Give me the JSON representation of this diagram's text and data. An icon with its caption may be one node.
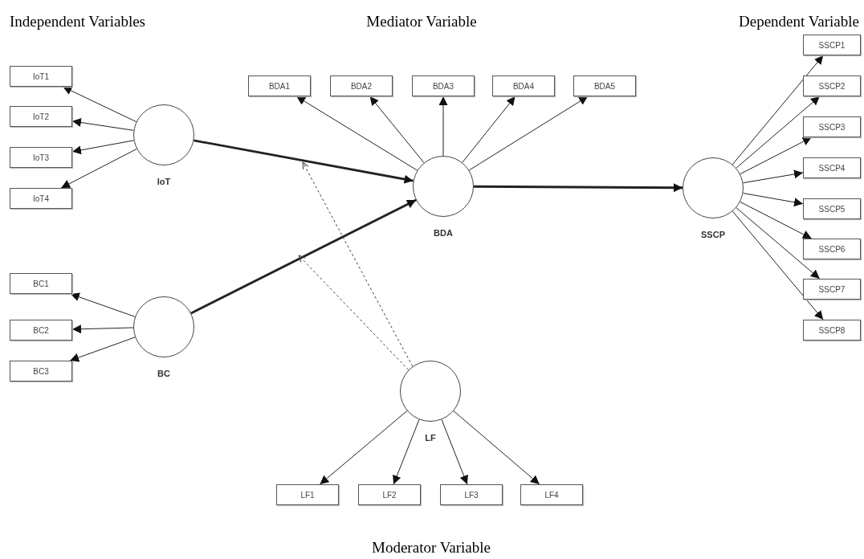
{
  "diagram": {
    "nodes": [
      {
        "text": [
          "IoT1"
        ]
      },
      {
        "text": [
          "IoT2"
        ]
      },
      {
        "text": [
          "IoT3"
        ]
      },
      {
        "text": [
          "IoT4"
        ]
      },
      {
        "text": [
          "IoT"
        ]
      },
      {
        "text": [
          "BDA1"
        ]
      },
      {
        "text": [
          "BDA2"
        ]
      },
      {
        "text": [
          "BDA3"
        ]
      },
      {
        "text": [
          "BDA4"
        ]
      },
      {
        "text": [
          "BDA5"
        ]
      },
      {
        "text": [
          "BDA"
        ]
      },
      {
        "text": [
          "SSCP1"
        ]
      },
      {
        "text": [
          "SSCP2"
        ]
      },
      {
        "text": [
          "SSCP3"
        ]
      },
      {
        "text": [
          "SSCP4"
        ]
      },
      {
        "text": [
          "SSCP5"
        ]
      },
      {
        "text": [
          "SSCP6"
        ]
      },
      {
        "text": [
          "SSCP7"
        ]
      },
      {
        "text": [
          "SSCP8"
        ]
      },
      {
        "text": [
          "SSCP"
        ]
      },
      {
        "text": [
          "BC1"
        ]
      },
      {
        "text": [
          "BC2"
        ]
      },
      {
        "text": [
          "BC3"
        ]
      },
      {
        "text": [
          "BC"
        ]
      },
      {
        "text": [
          "LF"
        ]
      },
      {
        "text": [
          "LF1"
        ]
      },
      {
        "text": [
          "LF2"
        ]
      },
      {
        "text": [
          "LF3"
        ]
      },
      {
        "text": [
          "LF4"
        ]
      }
    ],
    "edges": [
      {
        "from": 4,
        "to": 0,
        "arrow": "to"
      },
      {
        "from": 4,
        "to": 1,
        "arrow": "to"
      },
      {
        "from": 4,
        "to": 2,
        "arrow": "to"
      },
      {
        "from": 4,
        "to": 3,
        "arrow": "to"
      },
      {
        "from": 4,
        "to": 10,
        "arrow": "to",
        "style": "thick"
      },
      {
        "from": 10,
        "to": 5,
        "arrow": "to"
      },
      {
        "from": 10,
        "to": 6,
        "arrow": "to"
      },
      {
        "from": 10,
        "to": 7,
        "arrow": "to"
      },
      {
        "from": 10,
        "to": 8,
        "arrow": "to"
      },
      {
        "from": 10,
        "to": 9,
        "arrow": "to"
      },
      {
        "from": 10,
        "to": 19,
        "arrow": "to",
        "style": "thick"
      },
      {
        "from": 19,
        "to": 11,
        "arrow": "to"
      },
      {
        "from": 19,
        "to": 12,
        "arrow": "to"
      },
      {
        "from": 19,
        "to": 13,
        "arrow": "to"
      },
      {
        "from": 19,
        "to": 14,
        "arrow": "to"
      },
      {
        "from": 19,
        "to": 15,
        "arrow": "to"
      },
      {
        "from": 19,
        "to": 16,
        "arrow": "to"
      },
      {
        "from": 19,
        "to": 17,
        "arrow": "to"
      },
      {
        "from": 19,
        "to": 18,
        "arrow": "to"
      },
      {
        "from": 23,
        "to": 20,
        "arrow": "to"
      },
      {
        "from": 23,
        "to": 21,
        "arrow": "to"
      },
      {
        "from": 23,
        "to": 22,
        "arrow": "to"
      },
      {
        "from": 23,
        "to": 10,
        "arrow": "to",
        "style": "thick"
      },
      {
        "from": 24,
        "to": null,
        "arrow": "to",
        "style": "dashed"
      },
      {
        "from": 24,
        "to": null,
        "arrow": "to",
        "style": "dashed"
      },
      {
        "from": 24,
        "to": 25,
        "arrow": "to"
      },
      {
        "from": 24,
        "to": 26,
        "arrow": "to"
      },
      {
        "from": 24,
        "to": 27,
        "arrow": "to"
      },
      {
        "from": 24,
        "to": 28,
        "arrow": "to"
      }
    ],
    "labels": [
      "Independent Variables",
      "Mediator Variable",
      "Dependent Variable",
      "Moderator Variable"
    ]
  }
}
